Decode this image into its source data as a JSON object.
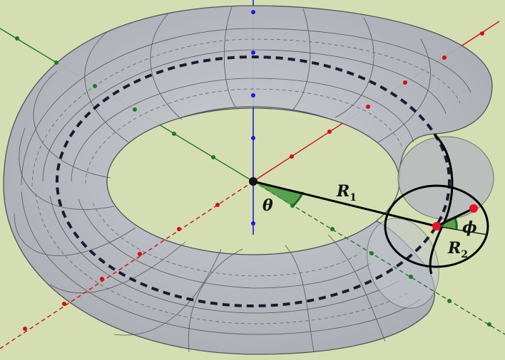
{
  "labels": {
    "theta": "θ",
    "phi": "ϕ",
    "r1_main": "R",
    "r1_sub": "1",
    "r2_main": "R",
    "r2_sub": "2"
  },
  "colors": {
    "background": "#d5deb2",
    "torus_fill": "#b9bcc5",
    "torus_stroke": "#4a4c52",
    "x_axis": "#cc1111",
    "y_axis": "#1f7a1f",
    "z_axis": "#1a1adf",
    "angle_fill": "#2e8b2e",
    "point_red": "#e8102a",
    "origin": "#111111",
    "radius_line": "#000000"
  }
}
